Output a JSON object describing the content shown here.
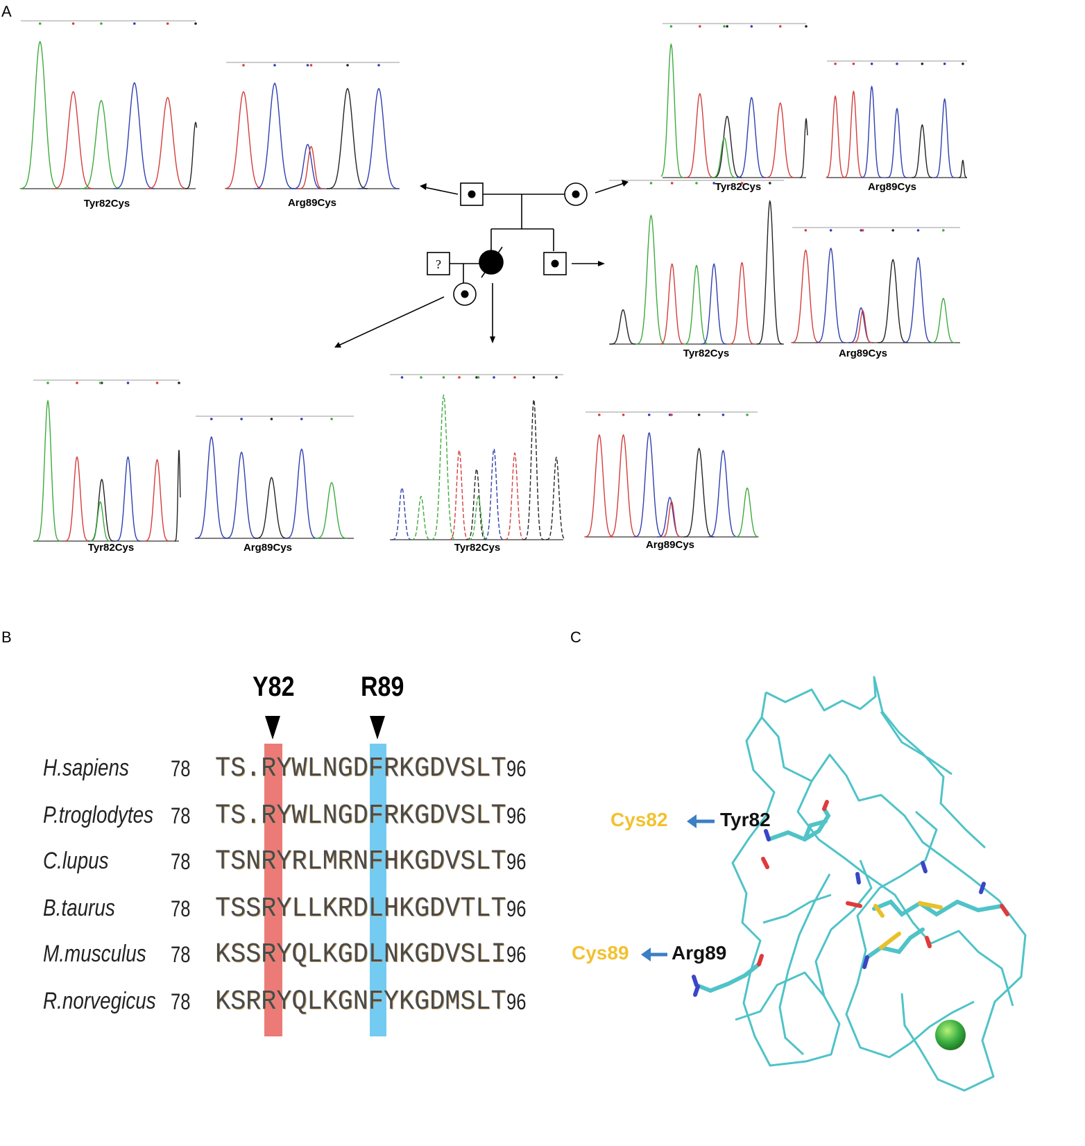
{
  "panels": {
    "a": "A",
    "b": "B",
    "c": "C"
  },
  "chromatogram_labels": {
    "proband_father_tyr": "Tyr82Cys",
    "proband_father_arg": "Arg89Cys",
    "mother_tyr": "Tyr82Cys",
    "mother_arg": "Arg89Cys",
    "brother_tyr": "Tyr82Cys",
    "brother_arg": "Arg89Cys",
    "daughter_tyr": "Tyr82Cys",
    "daughter_arg": "Arg89Cys",
    "deceased_tyr": "Tyr82Cys",
    "deceased_arg": "Arg89Cys"
  },
  "pedigree": {
    "unknown_symbol": "?"
  },
  "alignment": {
    "markers": {
      "y82": "Y82",
      "r89": "R89"
    },
    "start": "78",
    "end": "96",
    "rows": [
      {
        "species": "H.sapiens",
        "seq": "TS.RYWLNGDFRKGDVSLT"
      },
      {
        "species": "P.troglodytes",
        "seq": "TS.RYWLNGDFRKGDVSLT"
      },
      {
        "species": "C.lupus",
        "seq": "TSNRYRLMRNFHKGDVSLT"
      },
      {
        "species": "B.taurus",
        "seq": "TSSRYLLKRDLHKGDVTLT"
      },
      {
        "species": "M.musculus",
        "seq": "KSSRYQLKGDLNKGDVSLI"
      },
      {
        "species": "R.norvegicus",
        "seq": "KSRRYQLKGNFYKGDMSLT"
      }
    ]
  },
  "structure": {
    "cys82": "Cys82",
    "tyr82": "Tyr82",
    "cys89": "Cys89",
    "arg89": "Arg89",
    "colors": {
      "mutant": "#f2c12e",
      "arrow": "#3b7fc4",
      "backbone": "#4fc3c8",
      "ion": "#3cb043"
    }
  },
  "colors": {
    "green": "#3daa3d",
    "red": "#d43c3c",
    "blue": "#2f3db0",
    "black": "#222222",
    "highlight_y": "#e9635e",
    "highlight_r": "#5cc2ee"
  }
}
